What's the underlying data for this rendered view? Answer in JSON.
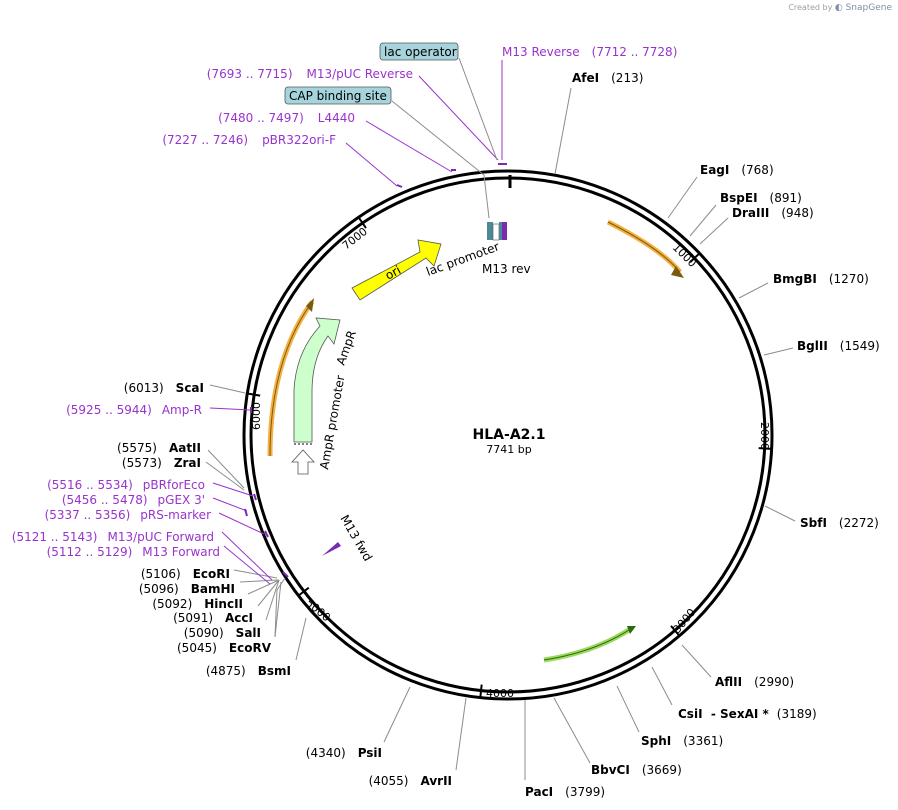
{
  "credit": {
    "prefix": "Created by",
    "brand": "SnapGene"
  },
  "plasmid": {
    "name": "HLA-A2.1",
    "length_label": "7741 bp",
    "length": 7741
  },
  "ticks": [
    {
      "pos": 1000,
      "label": "1000"
    },
    {
      "pos": 2000,
      "label": "2000"
    },
    {
      "pos": 3000,
      "label": "3000"
    },
    {
      "pos": 4000,
      "label": "4000"
    },
    {
      "pos": 5000,
      "label": "5000"
    },
    {
      "pos": 6000,
      "label": "6000"
    },
    {
      "pos": 7000,
      "label": "7000"
    }
  ],
  "enzymes_right": [
    {
      "name": "AfeI",
      "pos": "(213)"
    },
    {
      "name": "EagI",
      "pos": "(768)"
    },
    {
      "name": "BspEI",
      "pos": "(891)"
    },
    {
      "name": "DraIII",
      "pos": "(948)"
    },
    {
      "name": "BmgBI",
      "pos": "(1270)"
    },
    {
      "name": "BglII",
      "pos": "(1549)"
    },
    {
      "name": "SbfI",
      "pos": "(2272)"
    },
    {
      "name": "AflII",
      "pos": "(2990)"
    },
    {
      "name": "CsiI  - SexAI *",
      "pos": "(3189)"
    },
    {
      "name": "SphI",
      "pos": "(3361)"
    },
    {
      "name": "BbvCI",
      "pos": "(3669)"
    },
    {
      "name": "PacI",
      "pos": "(3799)"
    }
  ],
  "enzymes_left": [
    {
      "name": "AvrII",
      "pos": "(4055)"
    },
    {
      "name": "PsiI",
      "pos": "(4340)"
    },
    {
      "name": "BsmI",
      "pos": "(4875)"
    },
    {
      "name": "EcoRV",
      "pos": "(5045)"
    },
    {
      "name": "SalI",
      "pos": "(5090)"
    },
    {
      "name": "AccI",
      "pos": "(5091)"
    },
    {
      "name": "HincII",
      "pos": "(5092)"
    },
    {
      "name": "BamHI",
      "pos": "(5096)"
    },
    {
      "name": "EcoRI",
      "pos": "(5106)"
    },
    {
      "name": "ZraI",
      "pos": "(5573)"
    },
    {
      "name": "AatII",
      "pos": "(5575)"
    },
    {
      "name": "ScaI",
      "pos": "(6013)"
    }
  ],
  "primers": [
    {
      "name": "M13 Forward",
      "range": "(5112 .. 5129)"
    },
    {
      "name": "M13/pUC Forward",
      "range": "(5121 .. 5143)"
    },
    {
      "name": "pRS-marker",
      "range": "(5337 .. 5356)"
    },
    {
      "name": "pGEX 3'",
      "range": "(5456 .. 5478)"
    },
    {
      "name": "pBRforEco",
      "range": "(5516 .. 5534)"
    },
    {
      "name": "Amp-R",
      "range": "(5925 .. 5944)"
    },
    {
      "name": "pBR322ori-F",
      "range": "(7227 .. 7246)"
    },
    {
      "name": "L4440",
      "range": "(7480 .. 7497)"
    },
    {
      "name": "M13/pUC Reverse",
      "range": "(7693 .. 7715)"
    },
    {
      "name": "M13 Reverse",
      "range": "(7712 .. 7728)"
    }
  ],
  "boxed_features": [
    {
      "name": "lac operator"
    },
    {
      "name": "CAP binding site"
    }
  ],
  "features": {
    "ori": "ori",
    "ampr": "AmpR",
    "ampr_promoter": "AmpR promoter",
    "lac_promoter": "lac promoter",
    "m13_rev": "M13 rev",
    "m13_fwd": "M13 fwd"
  },
  "colors": {
    "backbone": "#000000",
    "enzyme_line": "#8c8c8c",
    "primer": "#9933cc",
    "ori": "#ffff00",
    "ampr": "#ccffcc",
    "orf_orange": "#f5b041",
    "orf_green": "#9ad95a",
    "box_fill": "#a6d4dc"
  }
}
